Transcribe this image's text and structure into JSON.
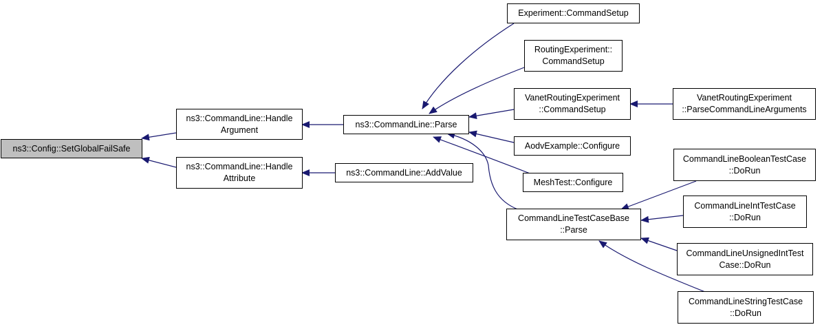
{
  "colors": {
    "edge": "#191970",
    "root_fill": "#bfbfbf",
    "node_fill": "#ffffff",
    "border": "#000000"
  },
  "nodes": {
    "set_global_fail_safe": {
      "lines": [
        "ns3::Config::SetGlobalFailSafe"
      ]
    },
    "handle_argument": {
      "lines": [
        "ns3::CommandLine::Handle",
        "Argument"
      ]
    },
    "handle_attribute": {
      "lines": [
        "ns3::CommandLine::Handle",
        "Attribute"
      ]
    },
    "parse": {
      "lines": [
        "ns3::CommandLine::Parse"
      ]
    },
    "add_value": {
      "lines": [
        "ns3::CommandLine::AddValue"
      ]
    },
    "experiment_command_setup": {
      "lines": [
        "Experiment::CommandSetup"
      ]
    },
    "routing_experiment_command_setup": {
      "lines": [
        "RoutingExperiment::",
        "CommandSetup"
      ]
    },
    "vanet_command_setup": {
      "lines": [
        "VanetRoutingExperiment",
        "::CommandSetup"
      ]
    },
    "aodv_configure": {
      "lines": [
        "AodvExample::Configure"
      ]
    },
    "mesh_configure": {
      "lines": [
        "MeshTest::Configure"
      ]
    },
    "test_case_base_parse": {
      "lines": [
        "CommandLineTestCaseBase",
        "::Parse"
      ]
    },
    "vanet_parse_args": {
      "lines": [
        "VanetRoutingExperiment",
        "::ParseCommandLineArguments"
      ]
    },
    "boolean_do_run": {
      "lines": [
        "CommandLineBooleanTestCase",
        "::DoRun"
      ]
    },
    "int_do_run": {
      "lines": [
        "CommandLineIntTestCase",
        "::DoRun"
      ]
    },
    "unsigned_int_do_run": {
      "lines": [
        "CommandLineUnsignedIntTest",
        "Case::DoRun"
      ]
    },
    "string_do_run": {
      "lines": [
        "CommandLineStringTestCase",
        "::DoRun"
      ]
    }
  }
}
